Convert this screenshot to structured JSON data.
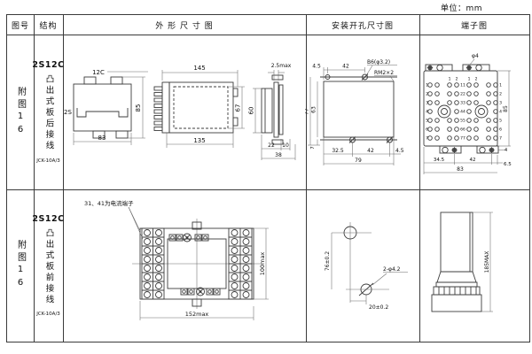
{
  "page": {
    "unit_label": "单位：mm"
  },
  "header": {
    "fig_no": "图号",
    "structure": "结构",
    "outline": "外 形 尺 寸 图",
    "mounting": "安装开孔尺寸图",
    "terminal": "端子图"
  },
  "rows": [
    {
      "fig_no": "附图16",
      "model": "2S12C",
      "structure": "凸出式板后接线",
      "code": "JCK-10A/3",
      "outline": {
        "top_view_label": "12C",
        "left_label": "2S",
        "width": "83",
        "height": "85",
        "side_top_width": "145",
        "side_bottom_width": "135",
        "side_height": "67",
        "panel_max_thickness": "2.5max",
        "panel_height": "60",
        "panel_dim_a": "22",
        "panel_dim_b": "10",
        "panel_depth": "38"
      },
      "mounting": {
        "offset_left": "4.5",
        "hole_spacing_top": "42",
        "hole_label": "B6(φ3.2)",
        "screw_label": "RM2×2",
        "height_outer": "77",
        "height_inner": "63",
        "offset_bottom": "7",
        "dim_bottom_1": "32.5",
        "dim_bottom_2": "42",
        "dim_bottom_3": "4.5",
        "width_total": "79"
      },
      "terminal": {
        "hole_label": "φ4",
        "height": "85",
        "stud_offset": "4",
        "dim_1": "34.5",
        "dim_2": "42",
        "dim_3": "6.5",
        "width_total": "83",
        "col_labels": [
          "1",
          "2",
          "1",
          "2"
        ],
        "side_numbers": [
          "1",
          "2",
          "3",
          "4",
          "5",
          "6",
          "7"
        ],
        "middle_numbers": [
          "11",
          "22",
          "33",
          "44",
          "55",
          "66",
          "77"
        ]
      }
    },
    {
      "fig_no": "附图16",
      "model": "2S12C",
      "structure": "凸出式板前接线",
      "code": "JCK-10A/3",
      "outline": {
        "note": "31、41为电流端子",
        "height": "100max",
        "width": "152max"
      },
      "mounting": {
        "vertical_spacing": "76±0.2",
        "horizontal_spacing": "20±0.2",
        "hole_label": "2-φ4.2"
      },
      "terminal": {
        "height": "185MAX"
      }
    }
  ]
}
